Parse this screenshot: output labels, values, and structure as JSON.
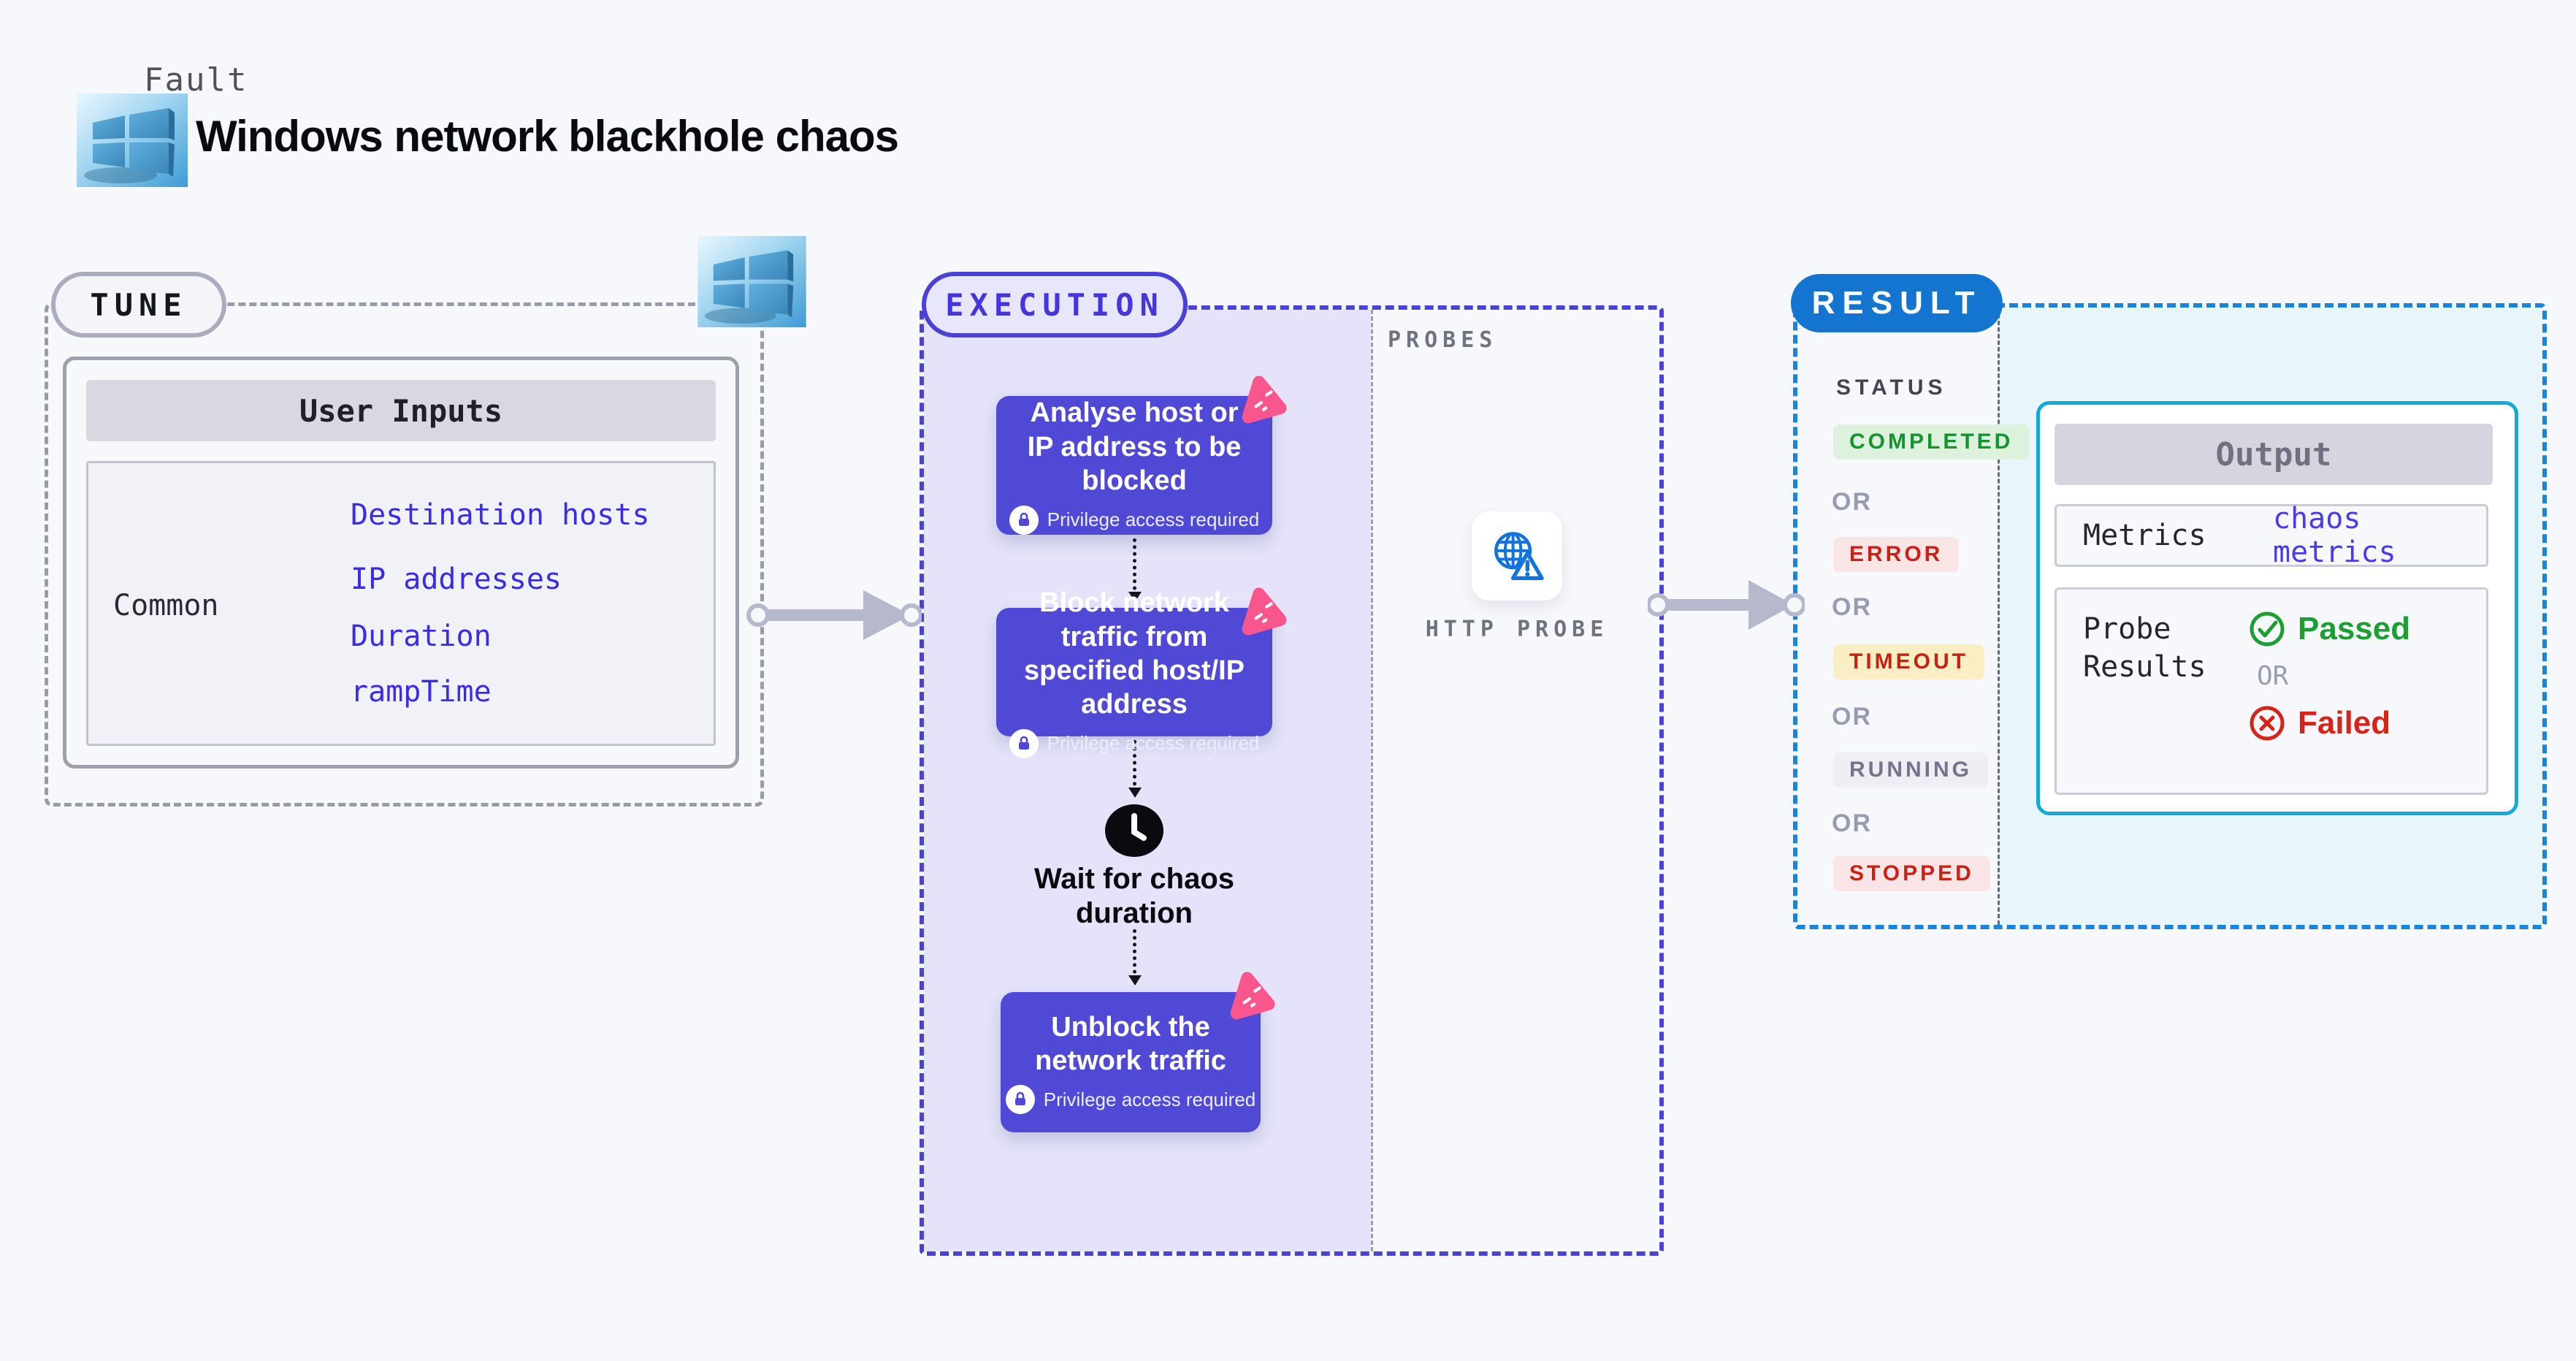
{
  "page": {
    "fault_label": "Fault",
    "title": "Windows network blackhole chaos"
  },
  "tune": {
    "badge": "TUNE",
    "table_header": "User Inputs",
    "row_label": "Common",
    "inputs": [
      "Destination hosts",
      "IP addresses",
      "Duration",
      "rampTime"
    ]
  },
  "execution": {
    "badge": "EXECUTION",
    "privilege_label": "Privilege access required",
    "steps": [
      "Analyse host or IP address to be blocked",
      "Block network traffic from specified host/IP address",
      "Unblock the network traffic"
    ],
    "wait_label": "Wait for chaos duration"
  },
  "probes": {
    "section_label": "PROBES",
    "probe_label": "HTTP PROBE"
  },
  "result": {
    "badge": "RESULT",
    "status_label": "STATUS",
    "or_label": "OR",
    "statuses": [
      "COMPLETED",
      "ERROR",
      "TIMEOUT",
      "RUNNING",
      "STOPPED"
    ],
    "output": {
      "header": "Output",
      "metrics_label": "Metrics",
      "metrics_link": "chaos metrics",
      "probe_results_label": "Probe Results",
      "passed_label": "Passed",
      "failed_label": "Failed"
    }
  },
  "colors": {
    "page_bg": "#F7F8FC",
    "execution_accent": "#4A41D6",
    "execution_fill": "#E4E3F9",
    "node_purple": "#4F49D6",
    "chaos_badge_pink": "#F9568E",
    "result_blue": "#1375CF",
    "output_border_cyan": "#14A9DA",
    "result_fill_cyan": "#E8F6FC",
    "status_completed": "#179230",
    "status_error": "#CC1F16",
    "status_timeout_bg": "#FAEFC4",
    "status_running": "#73748C",
    "passed_green": "#1D9E33",
    "failed_red": "#D5251A",
    "link_blue": "#3A2BE9"
  }
}
